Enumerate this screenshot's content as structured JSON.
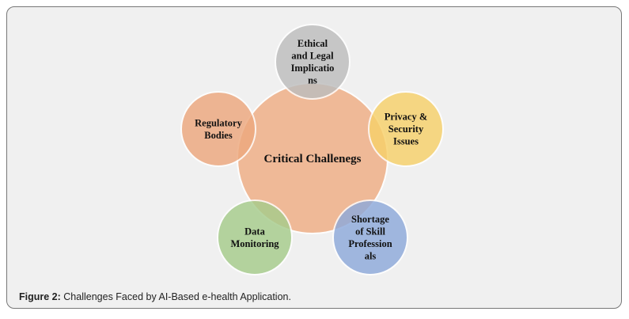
{
  "diagram": {
    "center": {
      "label": "Critical Challenegs",
      "color": "#efb48e"
    },
    "nodes": [
      {
        "lines": [
          "Ethical",
          "and Legal",
          "Implicatio",
          "ns"
        ],
        "color": "#bdbdbd"
      },
      {
        "lines": [
          "Regulatory",
          "Bodies"
        ],
        "color": "#eda87e"
      },
      {
        "lines": [
          "Privacy &",
          "Security",
          "Issues"
        ],
        "color": "#f7d16a"
      },
      {
        "lines": [
          "Data",
          "Monitoring"
        ],
        "color": "#a6cc8c"
      },
      {
        "lines": [
          "Shortage",
          "of Skill",
          "Profession",
          "als"
        ],
        "color": "#8eaadb"
      }
    ]
  },
  "caption": {
    "prefix": "Figure 2:",
    "text": " Challenges Faced by  AI-Based e-health Application."
  }
}
